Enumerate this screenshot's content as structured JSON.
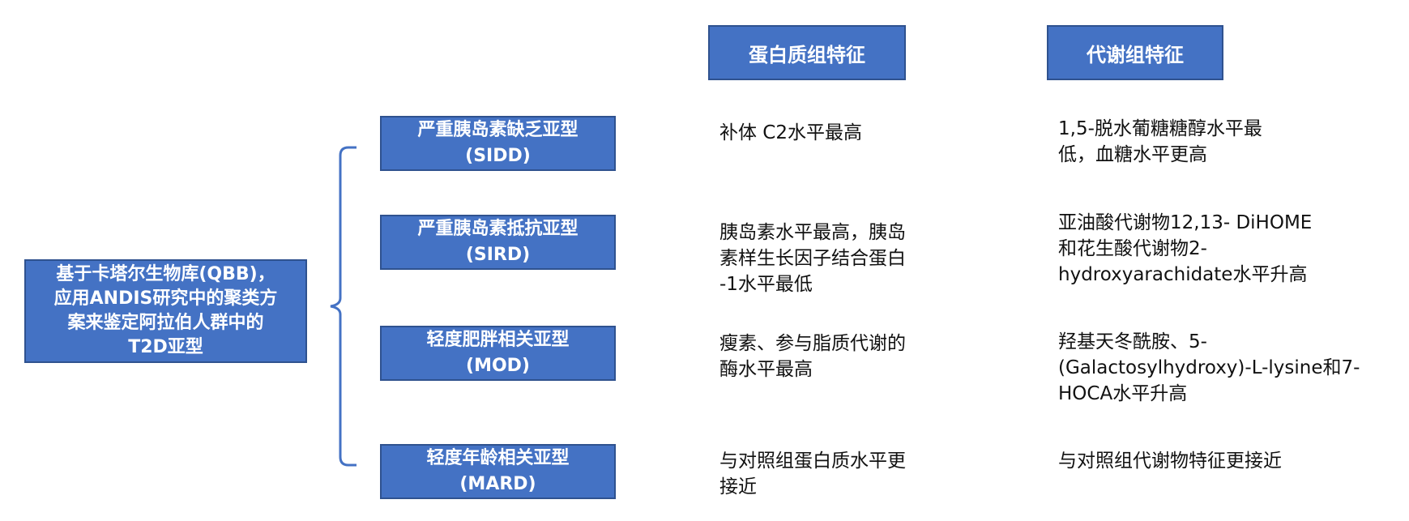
{
  "root": {
    "label": "基于卡塔尔生物库(QBB)，\n应用ANDIS研究中的聚类方\n案来鉴定阿拉伯人群中的\nT2D亚型"
  },
  "headers": {
    "protein": "蛋白质组特征",
    "metabolic": "代谢组特征"
  },
  "subtypes": [
    {
      "name": "严重胰岛素缺乏亚型",
      "code": "(SIDD)",
      "protein": "补体 C2水平最高",
      "metabolic": "1,5-脱水葡糖糖醇水平最\n低，血糖水平更高"
    },
    {
      "name": "严重胰岛素抵抗亚型",
      "code": "(SIRD)",
      "protein": "胰岛素水平最高，胰岛\n素样生长因子结合蛋白\n-1水平最低",
      "metabolic": "亚油酸代谢物12,13- DiHOME\n和花生酸代谢物2-\nhydroxyarachidate水平升高"
    },
    {
      "name": "轻度肥胖相关亚型",
      "code": "(MOD)",
      "protein": "瘦素、参与脂质代谢的\n酶水平最高",
      "metabolic": "羟基天冬酰胺、5-\n(Galactosylhydroxy)-L-lysine和7-\nHOCA水平升高"
    },
    {
      "name": "轻度年龄相关亚型",
      "code": "(MARD)",
      "protein": "与对照组蛋白质水平更\n接近",
      "metabolic": "与对照组代谢物特征更接近"
    }
  ]
}
